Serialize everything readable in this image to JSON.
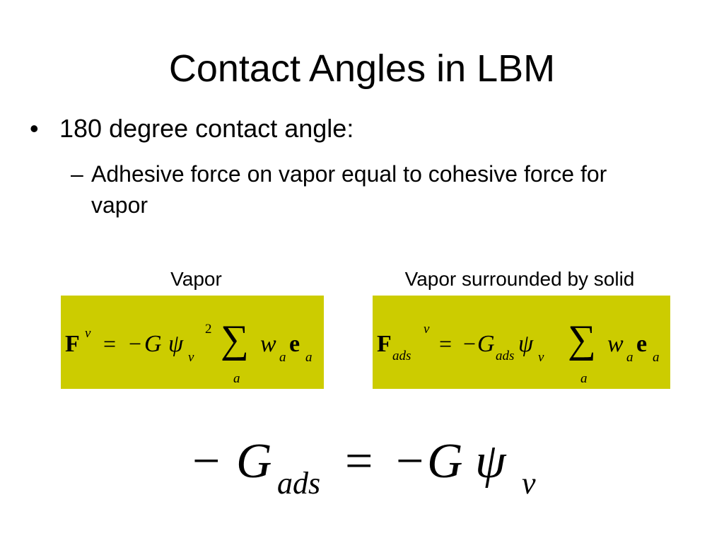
{
  "slide": {
    "title": "Contact Angles in LBM",
    "bullets": [
      {
        "text": "180 degree contact angle:",
        "subitems": [
          "Adhesive force on vapor equal to cohesive force for vapor"
        ]
      }
    ],
    "bullet_marker": "•",
    "sub_marker": "–"
  },
  "equations": {
    "box_color": "#cccc00",
    "left": {
      "label": "Vapor",
      "force_symbol": "F",
      "force_sup": "v",
      "equals": "=",
      "minus": "−",
      "G": "G",
      "psi": "ψ",
      "psi_sub": "v",
      "psi_sup": "2",
      "sum": "∑",
      "sum_index": "a",
      "w": "w",
      "w_sub": "a",
      "e": "e",
      "e_sub": "a"
    },
    "right": {
      "label": "Vapor surrounded by solid",
      "force_symbol": "F",
      "force_sub": "ads",
      "force_sup": "v",
      "equals": "=",
      "minus": "−",
      "G": "G",
      "G_sub": "ads",
      "psi": "ψ",
      "psi_sub": "v",
      "sum": "∑",
      "sum_index": "a",
      "w": "w",
      "w_sub": "a",
      "e": "e",
      "e_sub": "a"
    },
    "bottom": {
      "minus_left": "−",
      "G": "G",
      "G_sub": "ads",
      "equals": "=",
      "minus_right": "−",
      "G2": "G",
      "psi": "ψ",
      "psi_sub": "v"
    }
  }
}
